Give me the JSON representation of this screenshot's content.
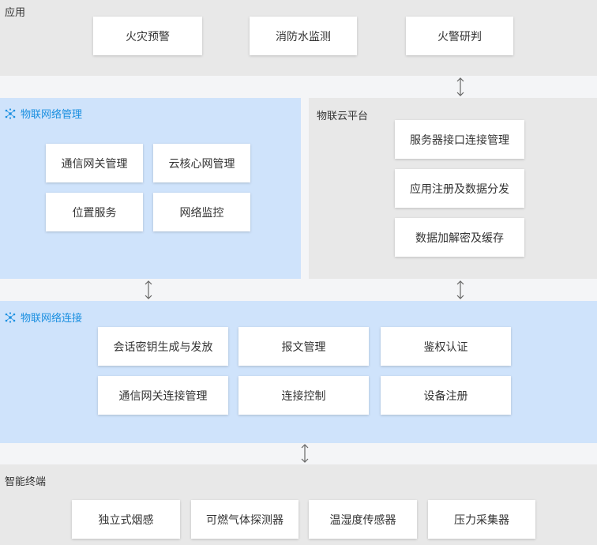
{
  "application": {
    "title": "应用",
    "items": [
      "火灾预警",
      "消防水监测",
      "火警研判"
    ]
  },
  "iot_network_management": {
    "title": "物联网络管理",
    "items": [
      "通信网关管理",
      "云核心网管理",
      "位置服务",
      "网络监控"
    ]
  },
  "iot_cloud_platform": {
    "title": "物联云平台",
    "items": [
      "服务器接口连接管理",
      "应用注册及数据分发",
      "数据加解密及缓存"
    ]
  },
  "iot_network_connection": {
    "title": "物联网络连接",
    "items": [
      "会话密钥生成与发放",
      "报文管理",
      "鉴权认证",
      "通信网关连接管理",
      "连接控制",
      "设备注册"
    ]
  },
  "smart_terminal": {
    "title": "智能终端",
    "items": [
      "独立式烟感",
      "可燃气体探测器",
      "温湿度传感器",
      "压力采集器"
    ]
  },
  "colors": {
    "blue_band": "#cfe3fb",
    "gray_band": "#e8e8e8",
    "accent": "#1a8fe0"
  }
}
